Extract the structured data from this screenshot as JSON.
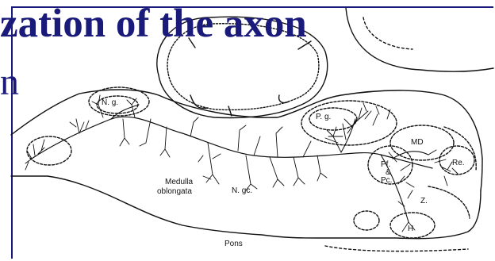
{
  "slide": {
    "title": "zation of the axon",
    "fragment_left": "n"
  },
  "figure": {
    "labels": {
      "ng": "N. g.",
      "pg": "P. g.",
      "md": "MD",
      "pf": "Pf.",
      "amp": "&",
      "pc": "Pc.",
      "re": "Re.",
      "medulla1": "Medulla",
      "medulla2": "oblongata",
      "ngc": "N. gc.",
      "z": "Z.",
      "h": "H",
      "pons": "Pons"
    }
  },
  "colors": {
    "title": "#1a1a7a",
    "ink": "#111111"
  }
}
